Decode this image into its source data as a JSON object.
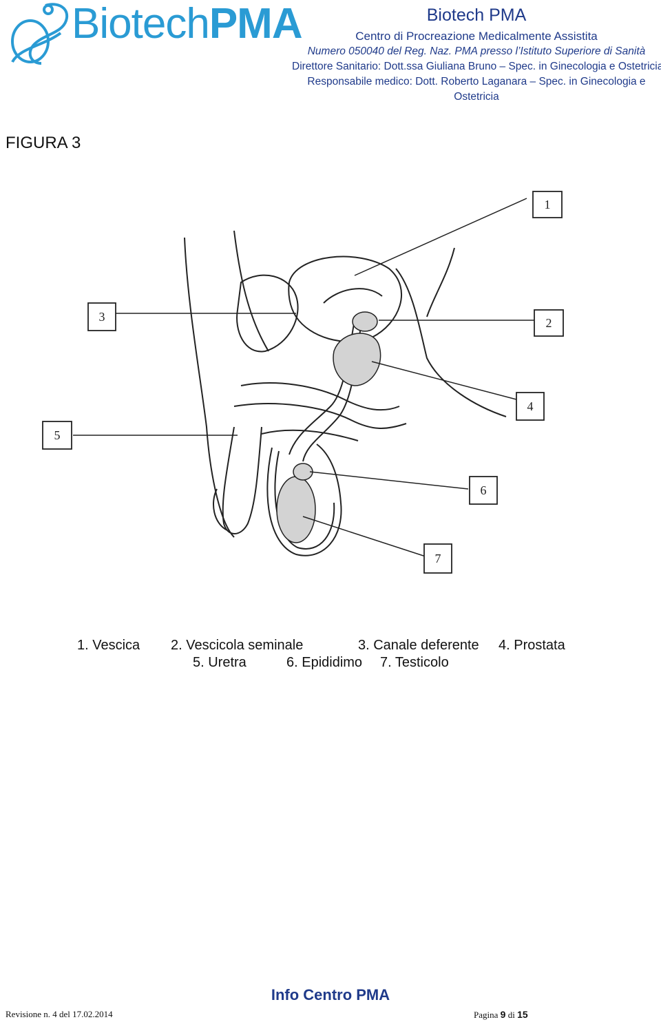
{
  "logo": {
    "text_light": "Biotech",
    "text_bold": "PMA",
    "color": "#2a9bd4"
  },
  "header": {
    "title": "Biotech PMA",
    "subtitle": "Centro di Procreazione Medicalmente Assistita",
    "registration": "Numero 050040 del Reg. Naz. PMA presso l’Istituto Superiore di Sanità",
    "director": "Direttore Sanitario: Dott.ssa Giuliana Bruno – Spec. in Ginecologia e Ostetricia",
    "responsible_line1": "Responsabile medico: Dott. Roberto Laganara – Spec. in Ginecologia e",
    "responsible_line2": "Ostetricia",
    "color": "#1f3a8a"
  },
  "figure": {
    "label": "FIGURA 3",
    "boxes": [
      "1",
      "2",
      "3",
      "4",
      "5",
      "6",
      "7"
    ]
  },
  "legend": {
    "item1": "1. Vescica",
    "item2": "2. Vescicola seminale",
    "item3": "3. Canale deferente",
    "item4": "4. Prostata",
    "item5": "5. Uretra",
    "item6": "6. Epididimo",
    "item7": "7. Testicolo"
  },
  "footer": {
    "title": "Info Centro PMA",
    "revision": "Revisione n. 4 del 17.02.2014",
    "page_prefix": "Pagina",
    "page_current": "9",
    "page_of": "di",
    "page_total": "15"
  }
}
